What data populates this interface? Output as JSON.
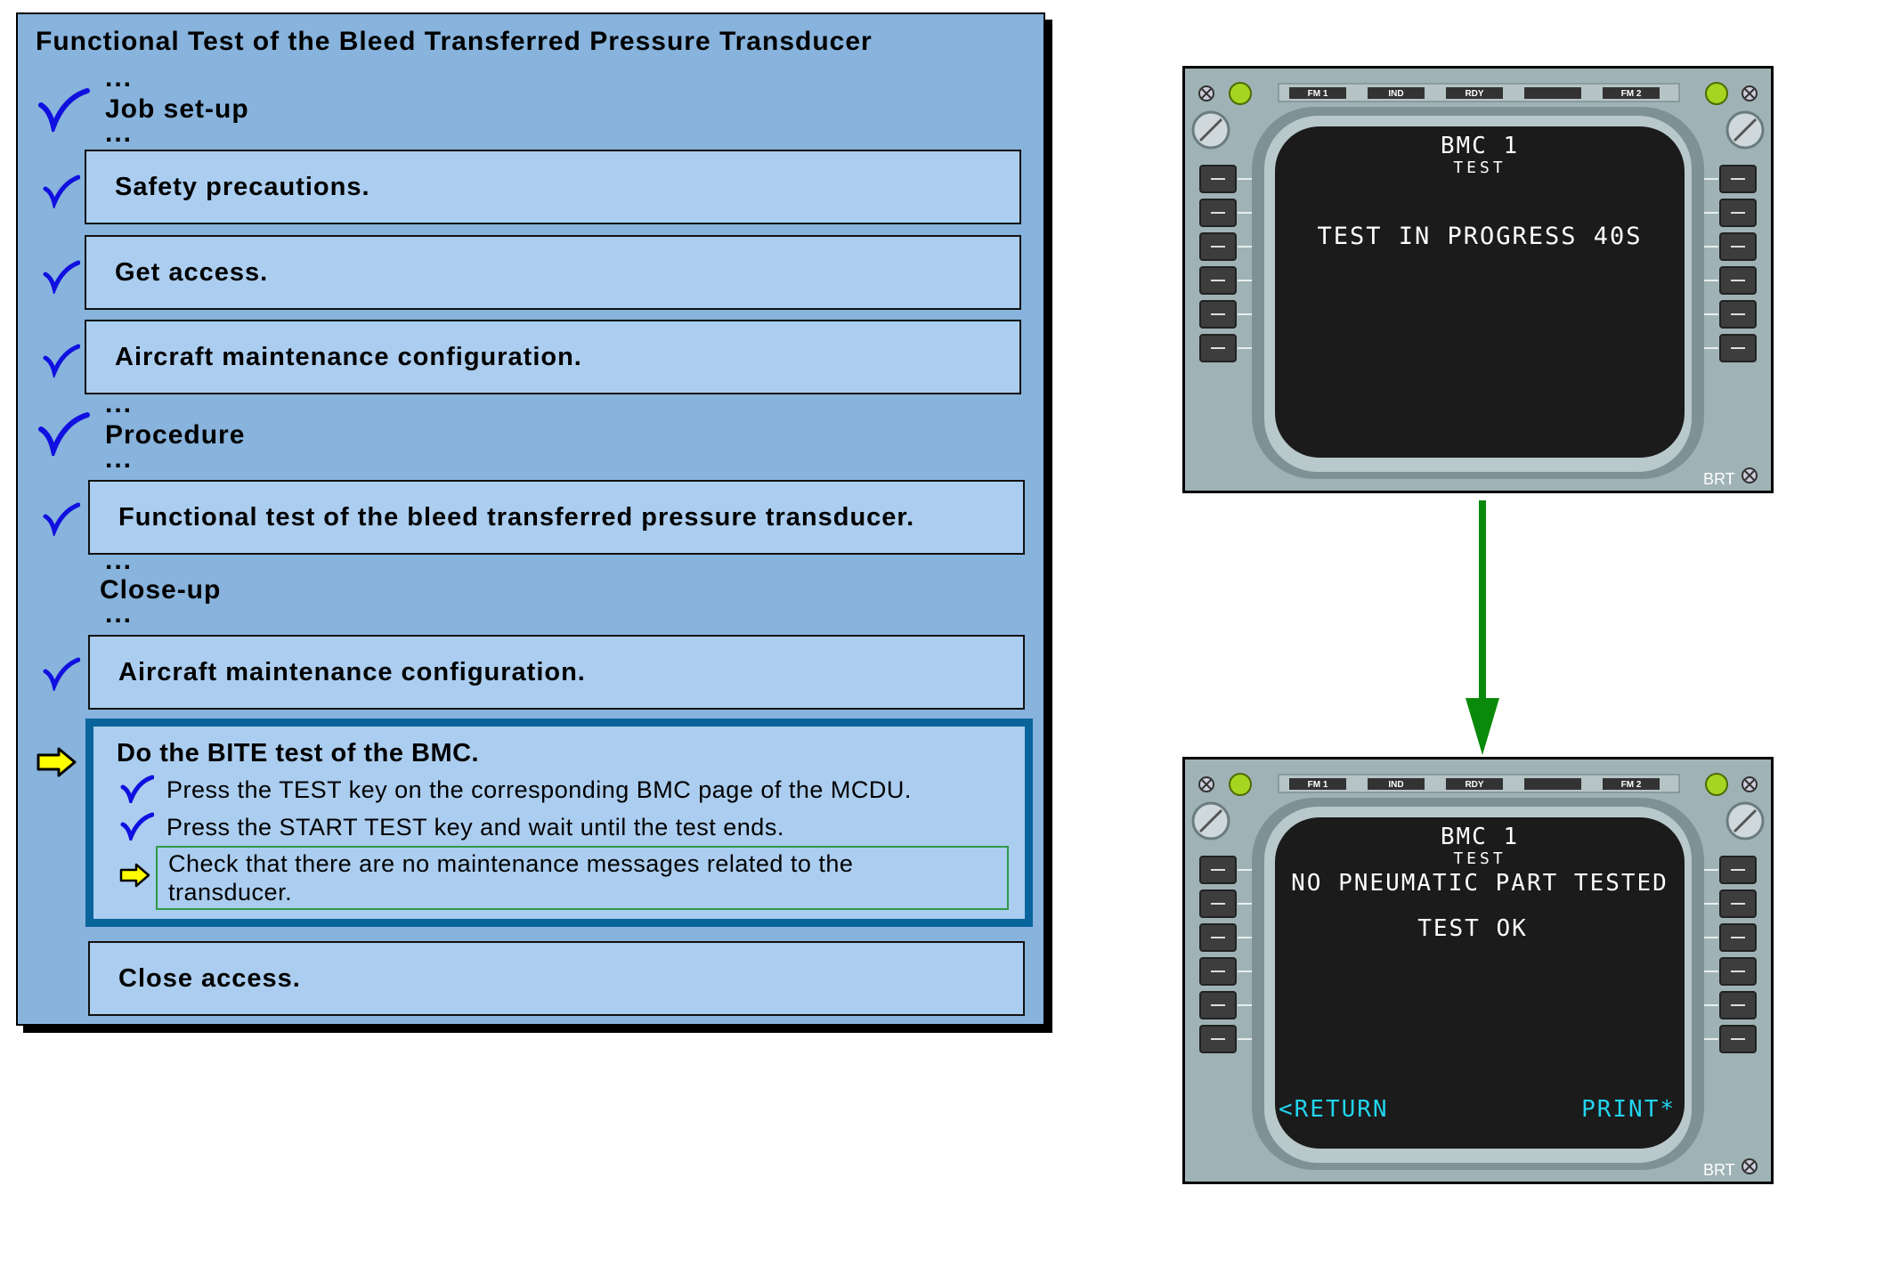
{
  "procedure": {
    "title": "Functional Test of the Bleed Transferred Pressure Transducer",
    "ellipsis": "...",
    "sections": {
      "job_setup": "Job set-up",
      "procedure": "Procedure",
      "close_up": "Close-up"
    },
    "steps": {
      "safety": "Safety precautions.",
      "access": "Get access.",
      "config1": "Aircraft maintenance configuration.",
      "functional": "Functional test of the bleed transferred pressure transducer.",
      "config2": "Aircraft maintenance configuration.",
      "close_access": "Close access."
    },
    "current_step": {
      "title": "Do the BITE test of the BMC.",
      "sub1": "Press the TEST key on the corresponding BMC page of the MCDU.",
      "sub2": "Press the START TEST key and wait until the test ends.",
      "sub3_line1": "Check that there are no maintenance messages related to the",
      "sub3_line2": "transducer."
    },
    "colors": {
      "panel": "#87b3dc",
      "step_box": "#abcdef",
      "current_border": "#0a649c",
      "check": "#1010e0",
      "arrow_fill": "#ffff00",
      "flow_arrow": "#0a8a0a"
    }
  },
  "mcdu_common": {
    "annunciators": [
      "FM 1",
      "IND",
      "RDY",
      "",
      "FM 2"
    ],
    "brt_label": "BRT"
  },
  "mcdu_top": {
    "title": "BMC 1",
    "subtitle": "TEST",
    "line1": "TEST IN PROGRESS 40S"
  },
  "mcdu_bottom": {
    "title": "BMC 1",
    "subtitle": "TEST",
    "line1": "NO PNEUMATIC PART TESTED",
    "line2": "TEST OK",
    "lsk_left": "<RETURN",
    "lsk_right": "PRINT*"
  }
}
